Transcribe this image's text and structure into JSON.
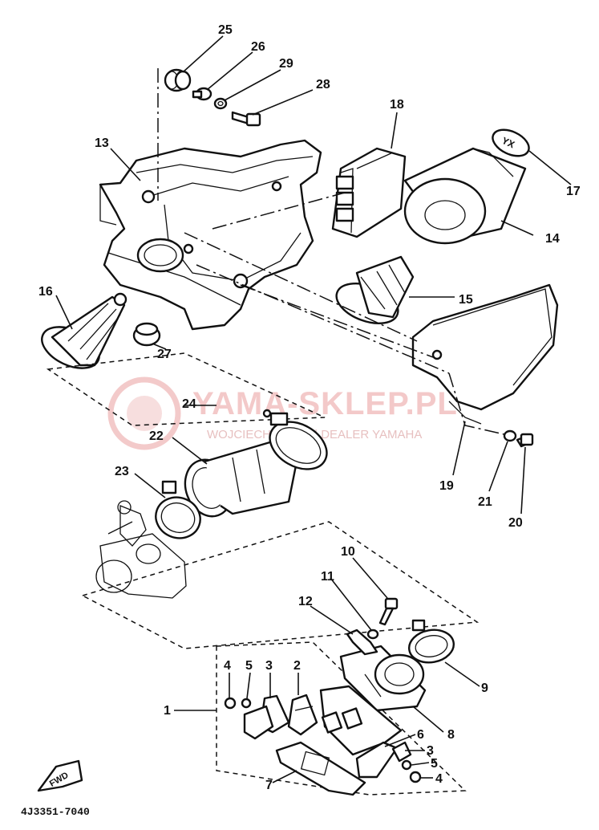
{
  "diagram": {
    "part_code": "4J3351-7040",
    "fwd_label": "FWD",
    "watermark": {
      "brand": "YAMA-SKLEP.PL",
      "subtitle": "WOJCIECHOWICZ | DEALER YAMAHA"
    },
    "callouts": [
      "1",
      "2",
      "3",
      "4",
      "5",
      "6",
      "7",
      "8",
      "9",
      "10",
      "11",
      "12",
      "13",
      "14",
      "15",
      "16",
      "17",
      "18",
      "19",
      "20",
      "21",
      "22",
      "23",
      "24",
      "25",
      "26",
      "27",
      "28",
      "29"
    ],
    "lower_group_labels": [
      "4",
      "5",
      "3",
      "2"
    ],
    "right_group_labels": [
      "6",
      "3",
      "5",
      "4"
    ],
    "emblem_text": "YX"
  }
}
